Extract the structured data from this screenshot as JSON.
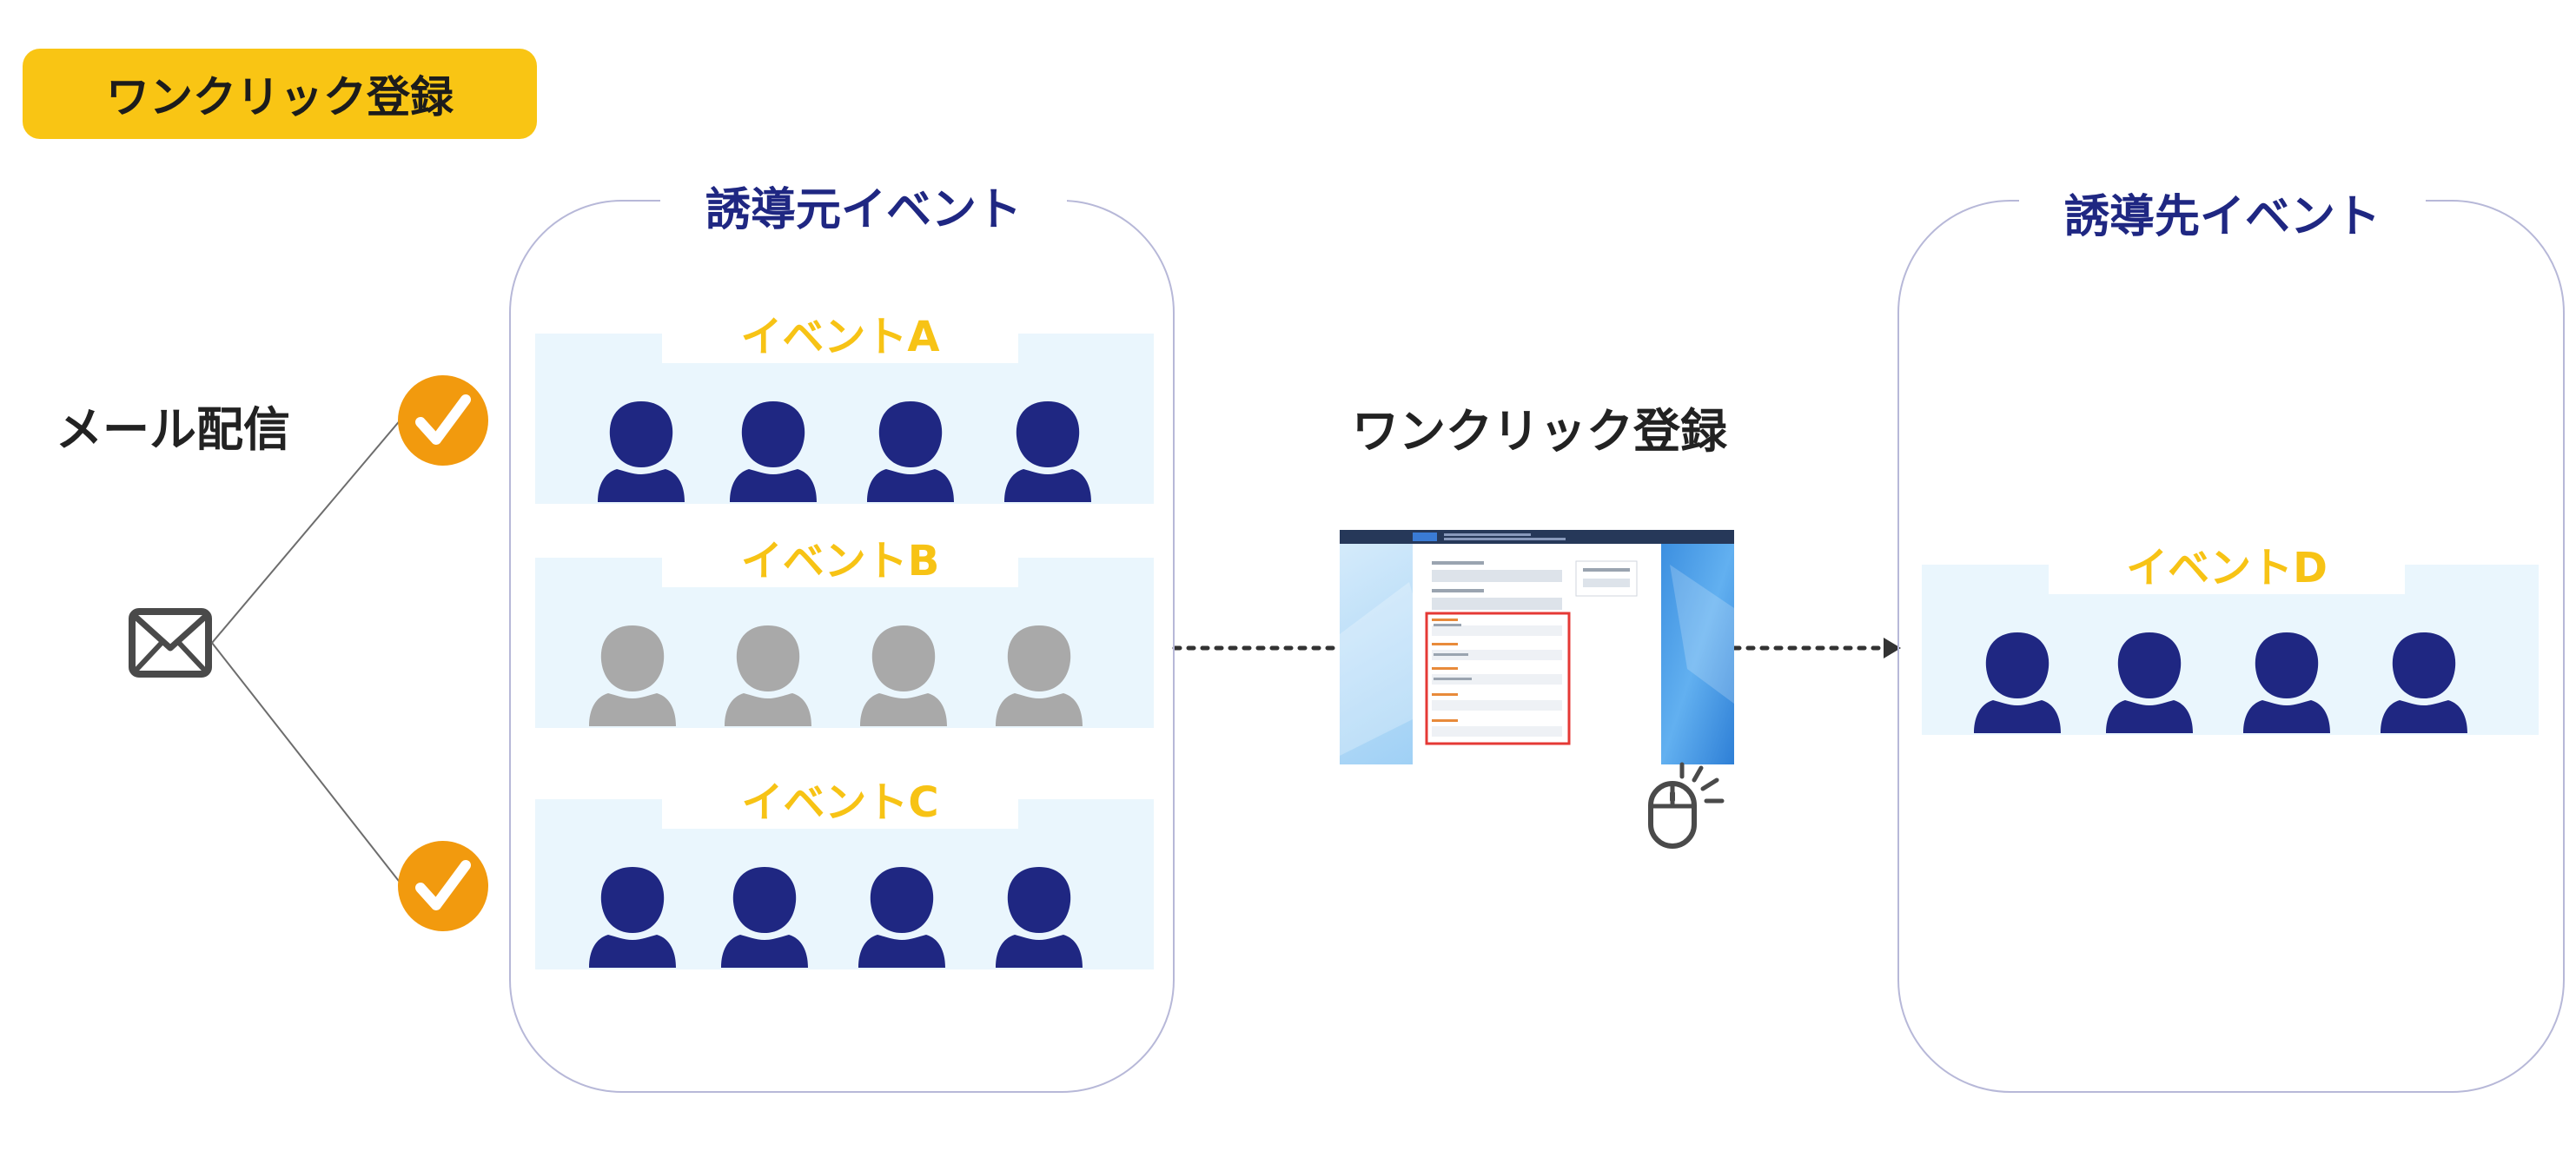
{
  "badge": {
    "label": "ワンクリック登録"
  },
  "mail": {
    "label": "メール配信",
    "icon": "envelope-icon"
  },
  "source_group": {
    "title": "誘導元イベント",
    "events": [
      {
        "label": "イベントA",
        "selected": true,
        "status": "active"
      },
      {
        "label": "イベントB",
        "selected": false,
        "status": "inactive"
      },
      {
        "label": "イベントC",
        "selected": true,
        "status": "active"
      }
    ]
  },
  "center": {
    "label": "ワンクリック登録"
  },
  "target_group": {
    "title": "誘導先イベント",
    "events": [
      {
        "label": "イベントD"
      }
    ]
  },
  "colors": {
    "badge": "#f9c514",
    "title_navy": "#1f2782",
    "label_yellow": "#f7c315",
    "band_bg": "#eaf6fd",
    "person_active": "#1f2782",
    "person_inactive": "#a9a9a9",
    "check_orange": "#f29a0e",
    "highlight_red": "#e53935"
  }
}
